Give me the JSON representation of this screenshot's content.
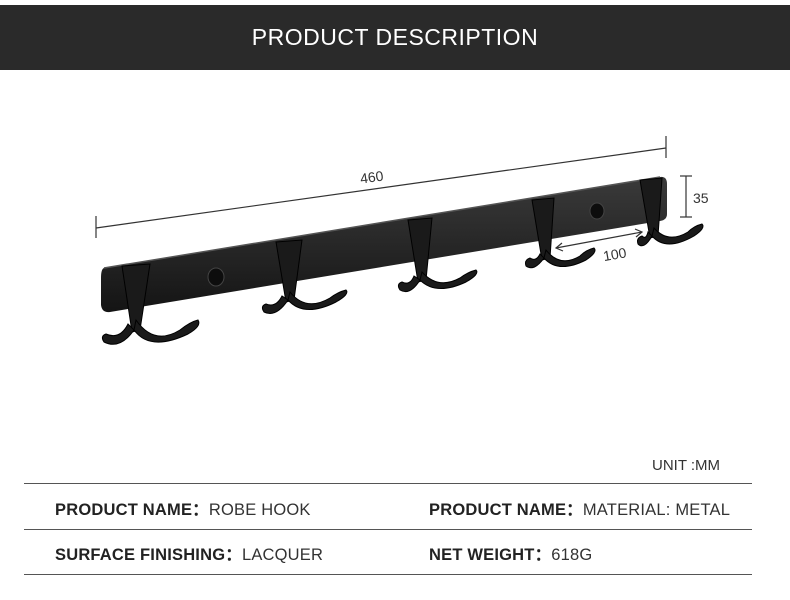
{
  "header": {
    "title": "PRODUCT DESCRIPTION"
  },
  "dimensions": {
    "length": "460",
    "height": "35",
    "spacing": "100"
  },
  "unit_label": "UNIT :MM",
  "specs": {
    "row1": {
      "left": {
        "label": "PRODUCT NAME：",
        "value": "ROBE HOOK"
      },
      "right": {
        "label": "PRODUCT NAME：",
        "value": "MATERIAL: METAL"
      }
    },
    "row2": {
      "left": {
        "label": "SURFACE FINISHING：",
        "value": "LACQUER"
      },
      "right": {
        "label": "NET WEIGHT：",
        "value": "618G"
      }
    }
  },
  "colors": {
    "banner": "#2a2a2a",
    "product": "#1c1c1c",
    "text": "#2b2b2b"
  },
  "image": {
    "subject": "robe-hook-rail-icon"
  }
}
